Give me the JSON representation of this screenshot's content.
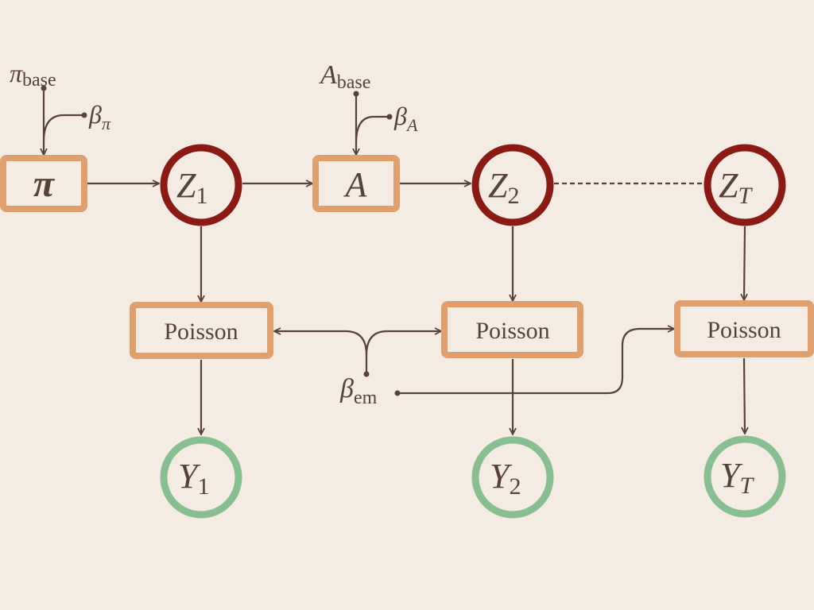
{
  "colors": {
    "background": "#f4ece3",
    "factor_box": "#e0a06e",
    "latent": "#8b1a14",
    "observed": "#88bf90",
    "edge": "#574238"
  },
  "nodes": {
    "pi": {
      "label": "π"
    },
    "A": {
      "label": "A"
    },
    "Z1": {
      "label": "Z",
      "sub": "1"
    },
    "Z2": {
      "label": "Z",
      "sub": "2"
    },
    "ZT": {
      "label": "Z",
      "sub": "T"
    },
    "P1": {
      "label": "Poisson"
    },
    "P2": {
      "label": "Poisson"
    },
    "PT": {
      "label": "Poisson"
    },
    "Y1": {
      "label": "Y",
      "sub": "1"
    },
    "Y2": {
      "label": "Y",
      "sub": "2"
    },
    "YT": {
      "label": "Y",
      "sub": "T"
    }
  },
  "params": {
    "pi_base": {
      "label": "π",
      "sub": "base"
    },
    "beta_pi": {
      "label": "β",
      "sub": "π"
    },
    "A_base": {
      "label": "A",
      "sub": "base"
    },
    "beta_A": {
      "label": "β",
      "sub": "A"
    },
    "beta_em": {
      "label": "β",
      "sub": "em"
    }
  }
}
